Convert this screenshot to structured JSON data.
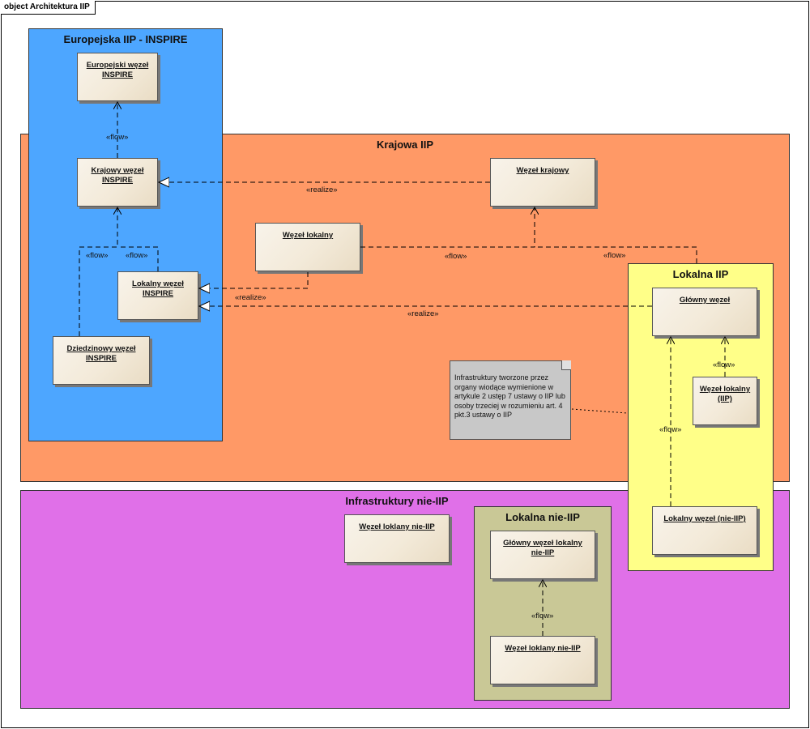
{
  "frame": {
    "title": "object Architektura IIP"
  },
  "packages": {
    "europejska": {
      "title": "Europejska IIP - INSPIRE",
      "color": "#4da6ff"
    },
    "krajowa": {
      "title": "Krajowa IIP",
      "color": "#ff9966"
    },
    "lokalna": {
      "title": "Lokalna IIP",
      "color": "#ffff88"
    },
    "nie_iip": {
      "title": "Infrastruktury nie-IIP",
      "color": "#e070e8"
    },
    "lokalna_nie_iip": {
      "title": "Lokalna nie-IIP",
      "color": "#c9c896"
    }
  },
  "nodes": {
    "europejski_wezel": "Europejski węzeł INSPIRE",
    "krajowy_wezel": "Krajowy węzeł INSPIRE",
    "lokalny_wezel_inspire": "Lokalny węzeł INSPIRE",
    "dziedzinowy_wezel": "Dziedzinowy węzeł INSPIRE",
    "wezel_krajowy": "Węzeł krajowy",
    "wezel_lokalny": "Węzeł lokalny",
    "glowny_wezel": "Główny węzeł",
    "wezel_lokalny_iip": "Węzeł lokalny (IIP)",
    "lokalny_wezel_nie_iip": "Lokalny węzeł (nie-IIP)",
    "wezel_loklany_nie_iip_1": "Węzeł loklany nie-IIP",
    "glowny_wezel_lokalny_nie_iip": "Główny węzeł lokalny nie-IIP",
    "wezel_loklany_nie_iip_2": "Węzeł loklany nie-IIP"
  },
  "note": {
    "text": "Infrastruktury tworzone przez organy wiodące wymienione w artykule 2 ustęp 7 ustawy o IIP lub  osoby trzeciej w rozumieniu art. 4 pkt.3 ustawy o IIP"
  },
  "labels": {
    "flow": "«flow»",
    "realize": "«realize»"
  }
}
